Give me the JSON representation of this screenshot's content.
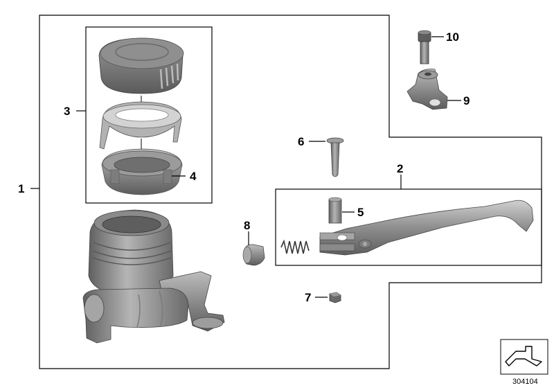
{
  "callouts": {
    "c1": "1",
    "c2": "2",
    "c3": "3",
    "c4": "4",
    "c5": "5",
    "c6": "6",
    "c7": "7",
    "c8": "8",
    "c9": "9",
    "c10": "10"
  },
  "catalog_number": "304104",
  "colors": {
    "line": "#000000",
    "part_dark": "#6e6e6e",
    "part_mid": "#9a9a9a",
    "part_light": "#c8c8c8"
  }
}
